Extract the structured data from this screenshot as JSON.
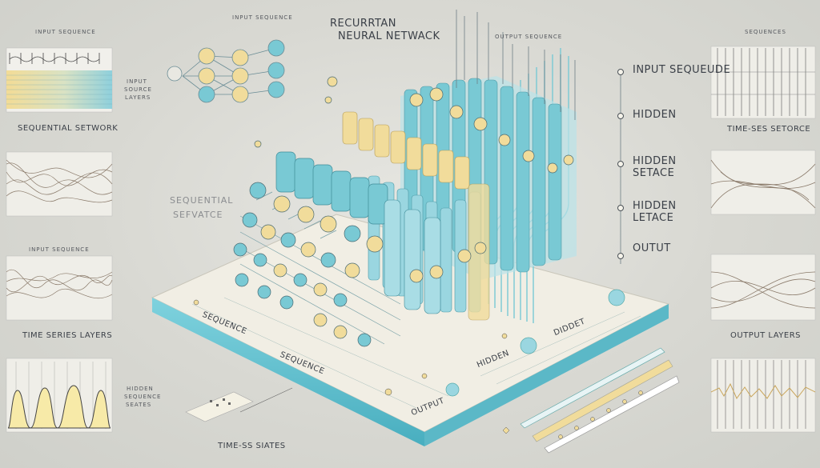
{
  "title": {
    "line1": "RECURRTAN",
    "line2": "NEURAL NETWACK"
  },
  "left_panels": {
    "top_caption": "INPUT SEQUENCE",
    "side_caption_1": "INPUT",
    "side_caption_2": "SOURCE",
    "side_caption_3": "LAYERS",
    "label_1": "SEQUENTIAL SETWORK",
    "label_2": "TIME SERIES LAYERS",
    "label_3": "INPUT SEQUENCE",
    "label_4_line1": "HIDDEN",
    "label_4_line2": "SEQUENCE",
    "label_4_line3": "SEATES"
  },
  "center": {
    "top_label": "INPUT SEQUENCE",
    "right_top_label": "OUTPUT SEQUENCE",
    "ghost_left_1": "SEQUENTIAL",
    "ghost_left_2": "SEFVATCE",
    "platform_1": "SEQUENCE",
    "platform_2": "SEQUENCE",
    "platform_3": "HIDDEN",
    "platform_4": "OUTPUT",
    "platform_5": "DIDDET",
    "bottom_caption": "TIME-SS SIATES"
  },
  "right_legend": {
    "items": [
      "INPUT SEQUEUDE",
      "HIDDEN",
      "HIDDEN SETACE",
      "HIDDEN LETACE",
      "OUTUT"
    ]
  },
  "right_panels": {
    "top_caption": "SEQUENCES",
    "label_1": "TIME-SES SETORCE",
    "label_2": "OUTPUT LAYERS"
  },
  "colors": {
    "teal": "#79c9d4",
    "cream": "#f1dc9b",
    "ink": "#3a3f47",
    "platform": "#efece1"
  }
}
